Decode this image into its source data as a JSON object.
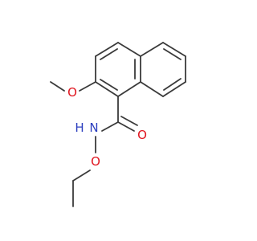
{
  "molecule": {
    "atoms": {
      "methoxy_o": {
        "symbol": "O",
        "color": "#e0141e"
      },
      "carbonyl_o": {
        "symbol": "O",
        "color": "#e0141e"
      },
      "amide_n": {
        "symbol": "N",
        "color": "#2c3fbf"
      },
      "amide_h": {
        "symbol": "H",
        "color": "#2c3fbf"
      },
      "ethoxy_o": {
        "symbol": "O",
        "color": "#e0141e"
      }
    },
    "bond_color": "#3a3a3a"
  }
}
